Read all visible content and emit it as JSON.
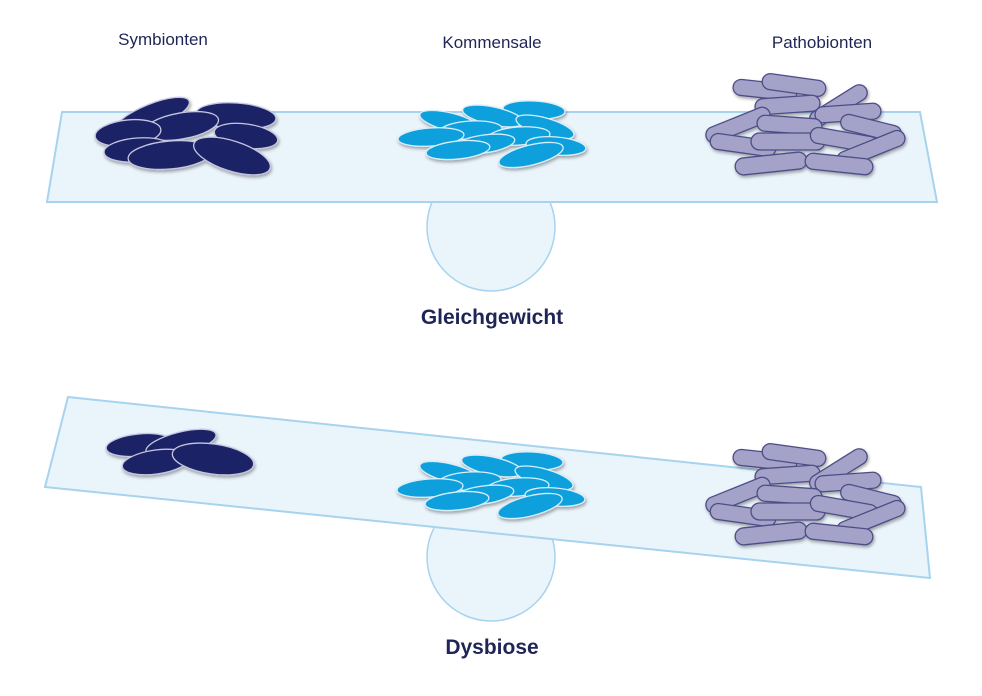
{
  "labels": {
    "symbionts": "Symbionten",
    "commensals": "Kommensale",
    "pathobionts": "Pathobionten"
  },
  "states": {
    "balance": "Gleichgewicht",
    "dysbiosis": "Dysbiose"
  },
  "colors": {
    "symbionts": "#1f2366",
    "commensals": "#0fa0dc",
    "pathobionts": "#a4a2c8",
    "plank": "#eaf4fb",
    "plank_border": "#a7d3ee",
    "fulcrum": "#eaf4fb",
    "text": "#1f2556"
  }
}
